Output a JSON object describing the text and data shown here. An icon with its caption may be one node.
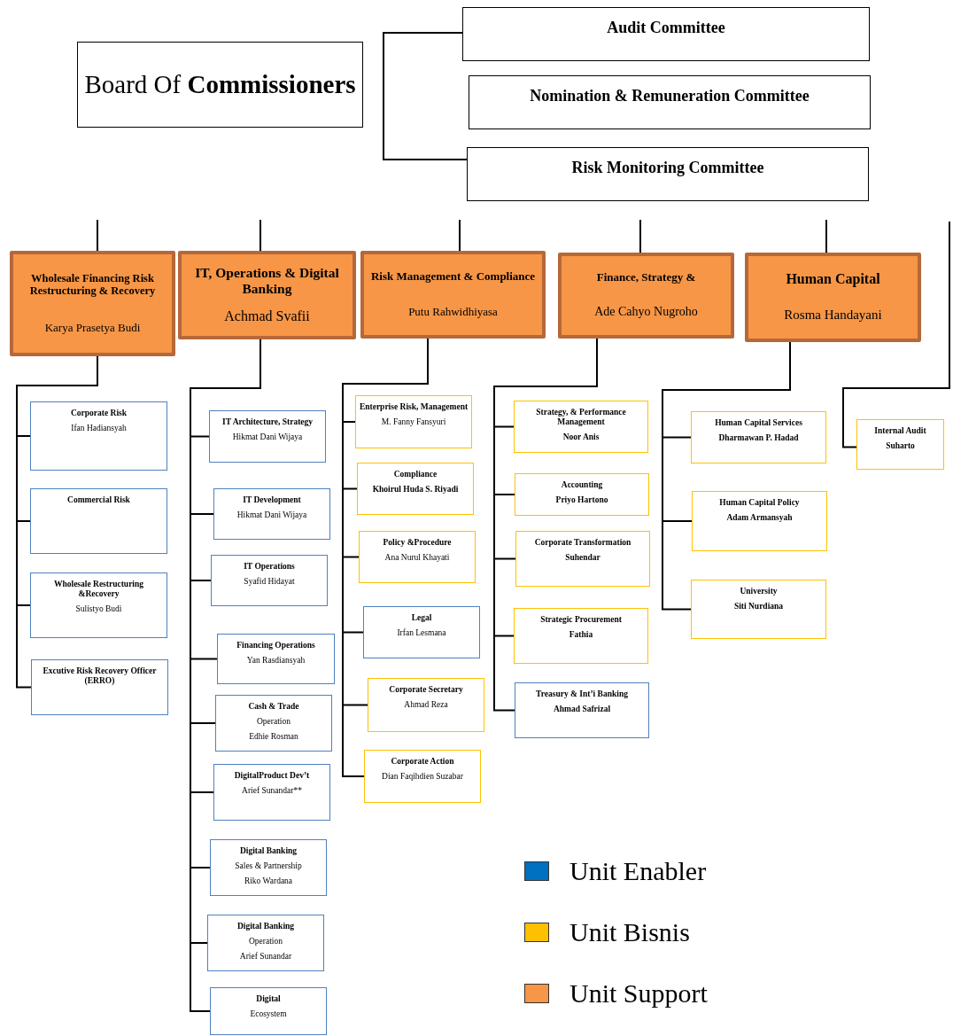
{
  "diagram": {
    "nodes": [
      {
        "text": [
          "Board Of **Commissioners**"
        ]
      },
      {
        "text": [
          "Audit Committee"
        ]
      },
      {
        "text": [
          "Nomination & Remuneration Committee"
        ]
      },
      {
        "text": [
          "Risk Monitoring Committee"
        ]
      },
      {
        "text": [
          "Wholesale Financing Risk Restructuring & Recovery",
          "Karya Prasetya Budi"
        ]
      },
      {
        "text": [
          "IT, Operations & Digital Banking",
          "Achmad Svafii"
        ]
      },
      {
        "text": [
          "Risk Management & Compliance",
          "Putu Rahwidhiyasa"
        ]
      },
      {
        "text": [
          "Finance, Strategy &",
          "Ade Cahyo Nugroho"
        ]
      },
      {
        "text": [
          "Human Capital",
          "Rosma Handayani"
        ]
      },
      {
        "text": [
          "Corporate Risk",
          "Ifan Hadiansyah"
        ]
      },
      {
        "text": [
          "Commercial Risk"
        ]
      },
      {
        "text": [
          "Wholesale Restructuring &Recovery",
          "Sulistyo Budi"
        ]
      },
      {
        "text": [
          "Excutive Risk Recovery Officer (ERRO)"
        ]
      },
      {
        "text": [
          "IT Architecture, Strategy",
          "Hikmat Dani Wijaya"
        ]
      },
      {
        "text": [
          "IT Development",
          "Hikmat Dani Wijaya"
        ]
      },
      {
        "text": [
          "IT Operations",
          "Syafid Hidayat"
        ]
      },
      {
        "text": [
          "Financing Operations",
          "Yan Rasdiansyah"
        ]
      },
      {
        "text": [
          "Cash & Trade",
          "Operation",
          "Edhie Rosman"
        ]
      },
      {
        "text": [
          "DigitalProduct Dev’t",
          "Arief Sunandar**"
        ]
      },
      {
        "text": [
          "Digital Banking",
          "Sales & Partnership",
          "Riko Wardana"
        ]
      },
      {
        "text": [
          "Digital Banking",
          "Operation",
          "Arief Sunandar"
        ]
      },
      {
        "text": [
          "Digital",
          "Ecosystem"
        ]
      },
      {
        "text": [
          "Enterprise Risk, Management",
          "M. Fanny Fansyuri"
        ]
      },
      {
        "text": [
          "Compliance",
          "Khoirul Huda S. Riyadi"
        ]
      },
      {
        "text": [
          "Policy &Procedure",
          "Ana Nurul Khayati"
        ]
      },
      {
        "text": [
          "Legal",
          "Irfan Lesmana"
        ]
      },
      {
        "text": [
          "Corporate Secretary",
          "Ahmad Reza"
        ]
      },
      {
        "text": [
          "Corporate Action",
          "Dian Faqihdien Suzabar"
        ]
      },
      {
        "text": [
          "Strategy, & Performance Management",
          "Noor Anis"
        ]
      },
      {
        "text": [
          "Accounting",
          "Priyo Hartono"
        ]
      },
      {
        "text": [
          "Corporate Transformation",
          "Suhendar"
        ]
      },
      {
        "text": [
          "Strategic Procurement",
          "Fathia"
        ]
      },
      {
        "text": [
          "Treasury & Int’i Banking",
          "Ahmad Safrizal"
        ]
      },
      {
        "text": [
          "Human Capital Services",
          "Dharmawan P. Hadad"
        ]
      },
      {
        "text": [
          "Human Capital Policy",
          "Adam Armansyah"
        ]
      },
      {
        "text": [
          "University",
          "Siti Nurdiana"
        ]
      },
      {
        "text": [
          "Internal Audit",
          "Suharto"
        ]
      }
    ],
    "edges": [
      {
        "from": 1,
        "to": 3,
        "arrow": "none"
      },
      {
        "from": null,
        "to": 4,
        "arrow": "none"
      },
      {
        "from": null,
        "to": 5,
        "arrow": "none"
      },
      {
        "from": null,
        "to": 6,
        "arrow": "none"
      },
      {
        "from": null,
        "to": 7,
        "arrow": "none"
      },
      {
        "from": null,
        "to": 8,
        "arrow": "none"
      },
      {
        "from": null,
        "to": 36,
        "arrow": "none"
      },
      {
        "from": 4,
        "to": 9,
        "arrow": "none"
      },
      {
        "from": 4,
        "to": 10,
        "arrow": "none"
      },
      {
        "from": 4,
        "to": 11,
        "arrow": "none"
      },
      {
        "from": 4,
        "to": 12,
        "arrow": "none"
      },
      {
        "from": 5,
        "to": 13,
        "arrow": "none"
      },
      {
        "from": 5,
        "to": 14,
        "arrow": "none"
      },
      {
        "from": 5,
        "to": 15,
        "arrow": "none"
      },
      {
        "from": 5,
        "to": 16,
        "arrow": "none"
      },
      {
        "from": 5,
        "to": 17,
        "arrow": "none"
      },
      {
        "from": 5,
        "to": 18,
        "arrow": "none"
      },
      {
        "from": 5,
        "to": 19,
        "arrow": "none"
      },
      {
        "from": 5,
        "to": 20,
        "arrow": "none"
      },
      {
        "from": 5,
        "to": 21,
        "arrow": "none"
      },
      {
        "from": 6,
        "to": 22,
        "arrow": "none"
      },
      {
        "from": 6,
        "to": 23,
        "arrow": "none"
      },
      {
        "from": 6,
        "to": 24,
        "arrow": "none"
      },
      {
        "from": 6,
        "to": 25,
        "arrow": "none"
      },
      {
        "from": 6,
        "to": 26,
        "arrow": "none"
      },
      {
        "from": 6,
        "to": 27,
        "arrow": "none"
      },
      {
        "from": 7,
        "to": 28,
        "arrow": "none"
      },
      {
        "from": 7,
        "to": 29,
        "arrow": "none"
      },
      {
        "from": 7,
        "to": 30,
        "arrow": "none"
      },
      {
        "from": 7,
        "to": 31,
        "arrow": "none"
      },
      {
        "from": 7,
        "to": 32,
        "arrow": "none"
      },
      {
        "from": 8,
        "to": 33,
        "arrow": "none"
      },
      {
        "from": 8,
        "to": 34,
        "arrow": "none"
      },
      {
        "from": 8,
        "to": 35,
        "arrow": "none"
      }
    ],
    "legend": [
      {
        "text": "Unit Enabler",
        "color": "#0070c0"
      },
      {
        "text": "Unit Bisnis",
        "color": "#ffc000"
      },
      {
        "text": "Unit Support",
        "color": "#f79646"
      }
    ]
  }
}
